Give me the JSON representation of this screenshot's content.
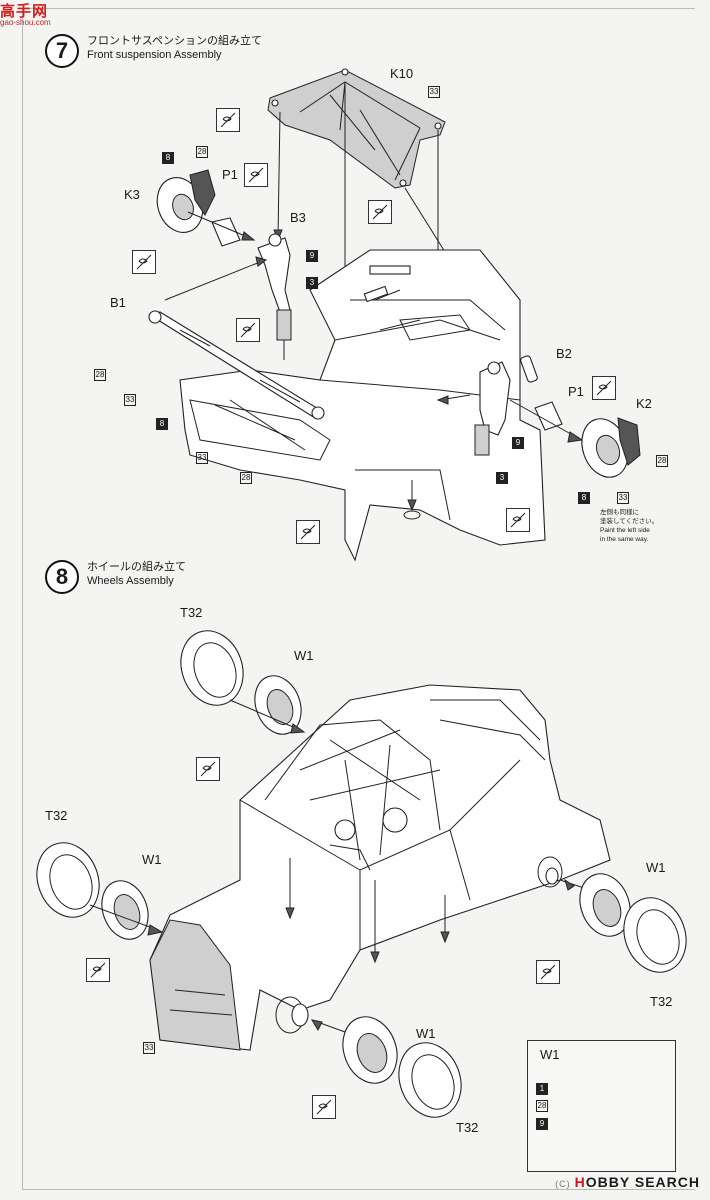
{
  "watermark": {
    "top": "高手网",
    "url": "gao-shou.com"
  },
  "step7": {
    "number": "7",
    "title_jp": "フロントサスペンションの組み立て",
    "title_en": "Front suspension Assembly",
    "parts": {
      "k10": "K10",
      "k3": "K3",
      "p1_left": "P1",
      "b3": "B3",
      "b1": "B1",
      "b2": "B2",
      "p1_right": "P1",
      "k2": "K2"
    },
    "colors": {
      "c33_top": "33",
      "c8_left": "8",
      "c28_left": "28",
      "c9_b3": "9",
      "c3_b3": "3",
      "c28_b1": "28",
      "c33_b1": "33",
      "c8_b1": "8",
      "c33_bottom": "33",
      "c28_bottom": "28",
      "c9_right": "9",
      "c3_right": "3",
      "c28_k2": "28",
      "c8_k2": "8",
      "c33_k2": "33"
    },
    "note_jp_1": "左側も同様に",
    "note_jp_2": "塗装してください。",
    "note_en_1": "Paint the left side",
    "note_en_2": "in the same way."
  },
  "step8": {
    "number": "8",
    "title_jp": "ホイールの組み立て",
    "title_en": "Wheels Assembly",
    "parts": {
      "t32_a": "T32",
      "w1_a": "W1",
      "t32_b": "T32",
      "w1_b": "W1",
      "w1_c": "W1",
      "t32_c": "T32",
      "w1_d": "W1",
      "t32_d": "T32"
    },
    "colors": {
      "c33_front": "33"
    },
    "inset": {
      "title": "W1",
      "c1": "1",
      "c28": "28",
      "c9": "9"
    }
  },
  "footer": {
    "brand_red": "H",
    "brand_dark": "OBBY SEARCH",
    "mark": "(C)"
  }
}
